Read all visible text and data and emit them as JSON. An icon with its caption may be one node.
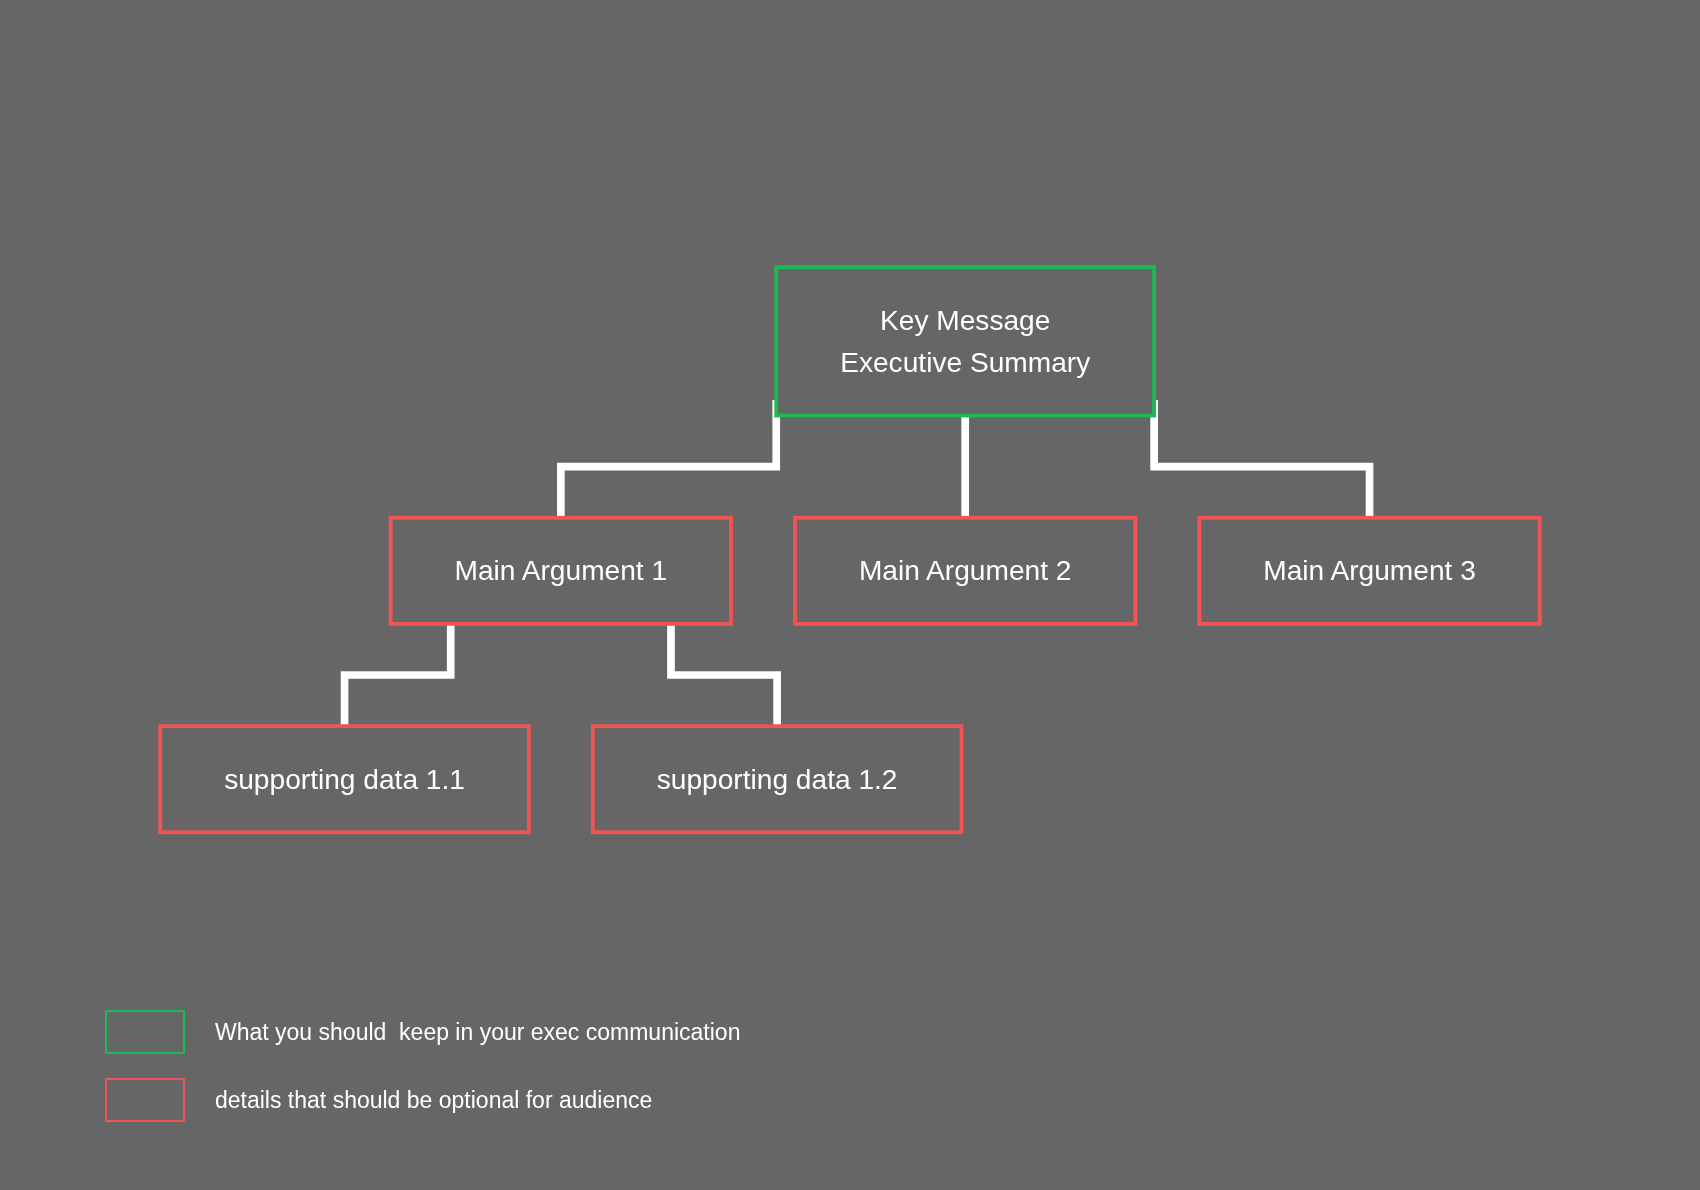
{
  "diagram": {
    "nodes": [
      {
        "text": [
          "Key Message",
          "Executive Summary"
        ]
      },
      {
        "text": [
          "Main Argument 1"
        ]
      },
      {
        "text": [
          "Main Argument 2"
        ]
      },
      {
        "text": [
          "Main Argument 3"
        ]
      },
      {
        "text": [
          "supporting data 1.1"
        ]
      },
      {
        "text": [
          "supporting data 1.2"
        ]
      }
    ],
    "edges": [
      {
        "from": 0,
        "to": 1,
        "arrow": "none"
      },
      {
        "from": 0,
        "to": 2,
        "arrow": "none"
      },
      {
        "from": 0,
        "to": 3,
        "arrow": "none"
      },
      {
        "from": 1,
        "to": 4,
        "arrow": "none"
      },
      {
        "from": 1,
        "to": 5,
        "arrow": "none"
      }
    ],
    "legend": [
      {
        "text": "What you should  keep in your exec communication",
        "color": "#1db954"
      },
      {
        "text": "details that should be optional for audience",
        "color": "#f05454"
      }
    ]
  }
}
